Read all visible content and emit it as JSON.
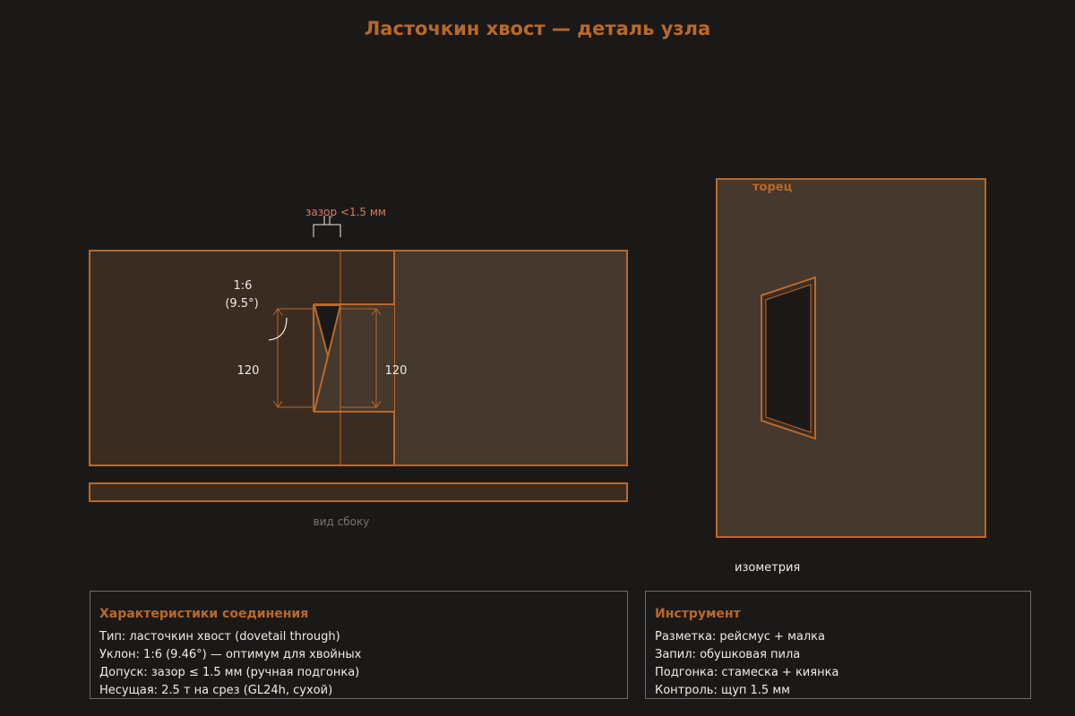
{
  "title": "Ласточкин хвост — деталь узла",
  "colors": {
    "background": "#1b1918",
    "accent": "#b8692a",
    "wood_dark": "#3b2c22",
    "wood_light": "#45382d",
    "void": "#1b1918",
    "gap_label": "#e0785a",
    "text": "#efeae6",
    "muted": "#7a7572",
    "panel_border": "#6e6a68"
  },
  "side_view": {
    "gap_label": "зазор <1.5 мм",
    "slope_label_line1": "1:6",
    "slope_label_line2": "(9.5°)",
    "dim_left": "120",
    "dim_right": "120",
    "caption": "вид сбоку"
  },
  "iso_view": {
    "end_label": "торец",
    "caption": "изометрия"
  },
  "specs_panel": {
    "heading": "Характеристики соединения",
    "lines": [
      "Тип: ласточкин хвост (dovetail through)",
      "Уклон: 1:6 (9.46°) — оптимум для хвойных",
      "Допуск: зазор ≤ 1.5 мм (ручная подгонка)",
      "Несущая: 2.5 т на срез (GL24h, сухой)"
    ]
  },
  "tools_panel": {
    "heading": "Инструмент",
    "lines": [
      "Разметка: рейсмус + малка",
      "Запил: обушковая пила",
      "Подгонка: стамеска + киянка",
      "Контроль: щуп 1.5 мм"
    ]
  }
}
